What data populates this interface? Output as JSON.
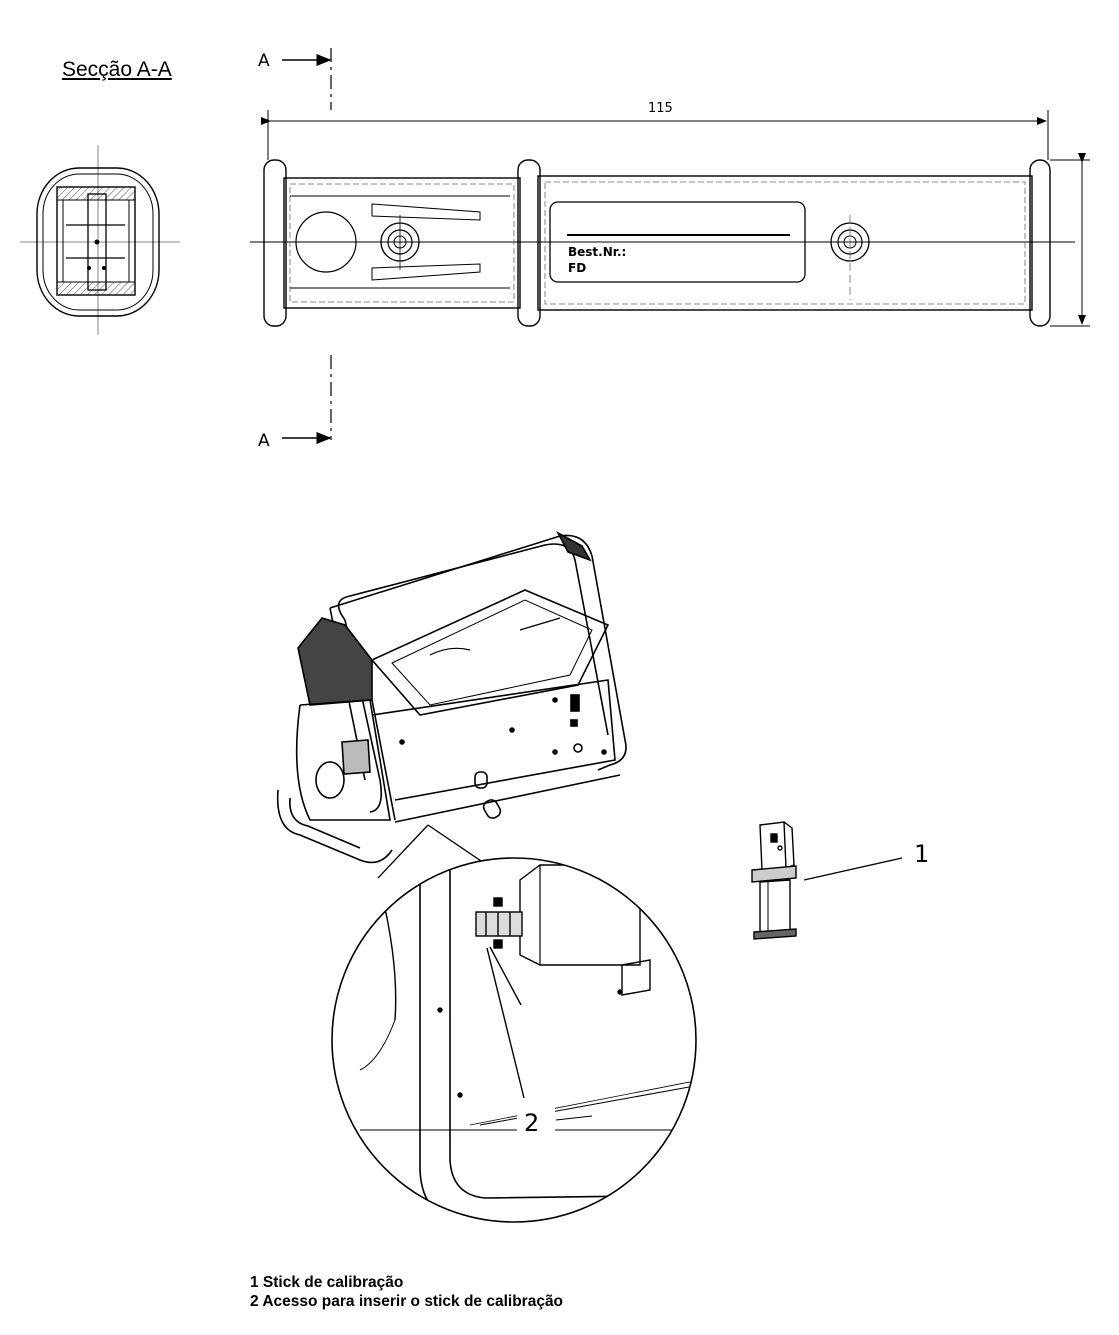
{
  "section": {
    "title": "Secção A-A",
    "cut_marker_top": "A",
    "cut_marker_bottom": "A"
  },
  "dimension": {
    "length_label": "115"
  },
  "label_plate": {
    "line1": "Best.Nr.:",
    "line2": "FD"
  },
  "callouts": {
    "c1": "1",
    "c2": "2"
  },
  "legend": {
    "item1": "1 Stick de calibração",
    "item2": "2 Acesso para inserir o stick de calibração"
  }
}
